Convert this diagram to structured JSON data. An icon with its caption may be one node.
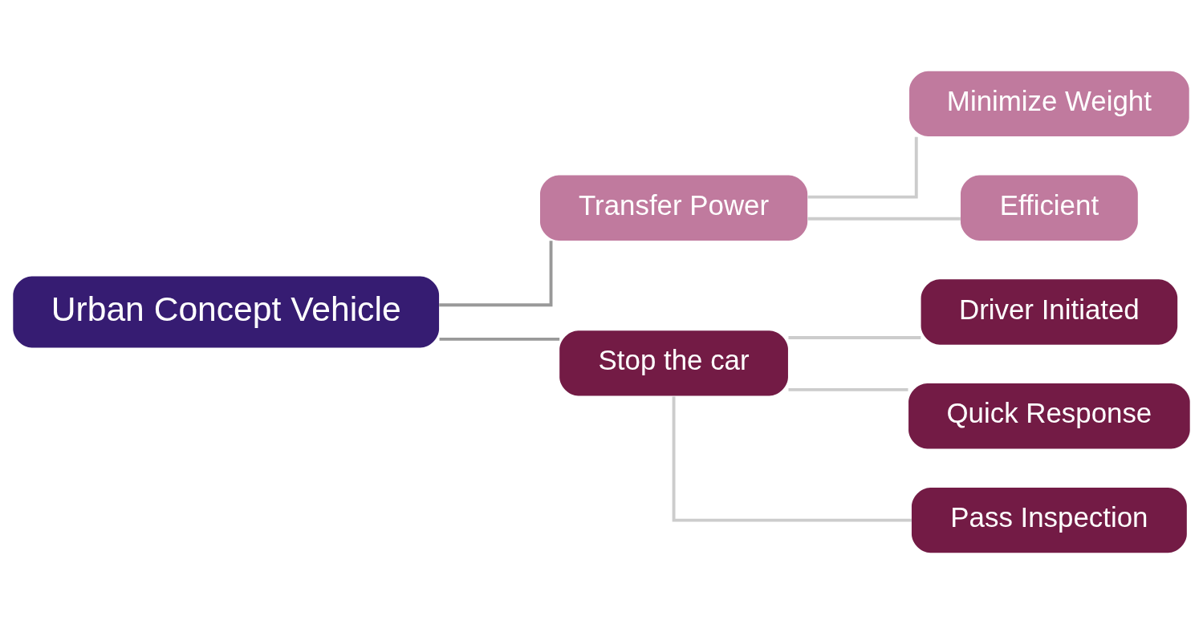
{
  "diagram": {
    "nodes": [
      {
        "text": [
          "Urban Concept Vehicle"
        ]
      },
      {
        "text": [
          "Transfer Power"
        ]
      },
      {
        "text": [
          "Minimize Weight"
        ]
      },
      {
        "text": [
          "Efficient"
        ]
      },
      {
        "text": [
          "Stop the car"
        ]
      },
      {
        "text": [
          "Driver Initiated"
        ]
      },
      {
        "text": [
          "Quick Response"
        ]
      },
      {
        "text": [
          "Pass Inspection"
        ]
      }
    ],
    "edges": [
      {
        "from": 0,
        "to": 1,
        "arrow": "none",
        "color": "#999999"
      },
      {
        "from": 0,
        "to": 4,
        "arrow": "none",
        "color": "#999999"
      },
      {
        "from": 1,
        "to": 2,
        "arrow": "none"
      },
      {
        "from": 1,
        "to": 3,
        "arrow": "none"
      },
      {
        "from": 4,
        "to": 5,
        "arrow": "none"
      },
      {
        "from": 4,
        "to": 6,
        "arrow": "none"
      },
      {
        "from": 4,
        "to": 7,
        "arrow": "none"
      }
    ]
  }
}
